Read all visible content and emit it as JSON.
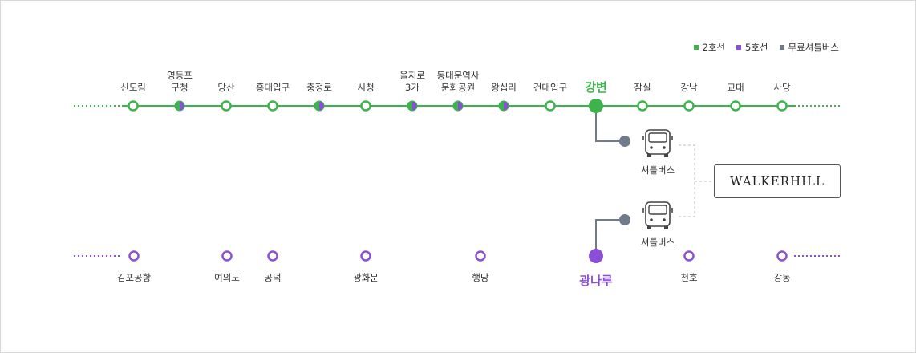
{
  "legend": [
    {
      "label": "2호선",
      "color": "#3cb44b"
    },
    {
      "label": "5호선",
      "color": "#8a4fd6"
    },
    {
      "label": "무료셔틀버스",
      "color": "#6f7b8a"
    }
  ],
  "line2_stations": [
    {
      "name": [
        "신도림"
      ],
      "transfer": false
    },
    {
      "name": [
        "영등포",
        "구청"
      ],
      "transfer": true
    },
    {
      "name": [
        "당산"
      ],
      "transfer": false
    },
    {
      "name": [
        "홍대입구"
      ],
      "transfer": false
    },
    {
      "name": [
        "충정로"
      ],
      "transfer": true
    },
    {
      "name": [
        "시청"
      ],
      "transfer": false
    },
    {
      "name": [
        "을지로",
        "3가"
      ],
      "transfer": true
    },
    {
      "name": [
        "동대문역사",
        "문화공원"
      ],
      "transfer": true
    },
    {
      "name": [
        "왕십리"
      ],
      "transfer": true
    },
    {
      "name": [
        "건대입구"
      ],
      "transfer": false
    },
    {
      "name": [
        "강변"
      ],
      "transfer": false,
      "highlight": true
    },
    {
      "name": [
        "잠실"
      ],
      "transfer": false
    },
    {
      "name": [
        "강남"
      ],
      "transfer": false
    },
    {
      "name": [
        "교대"
      ],
      "transfer": false
    },
    {
      "name": [
        "사당"
      ],
      "transfer": false
    }
  ],
  "line5_stations": [
    {
      "name": "김포공항"
    },
    {
      "name": "여의도"
    },
    {
      "name": "공덕"
    },
    {
      "name": "광화문"
    },
    {
      "name": "행당"
    },
    {
      "name": "광나루",
      "highlight": true
    },
    {
      "name": "천호"
    },
    {
      "name": "강동"
    }
  ],
  "shuttle_label_top": "셔틀버스",
  "shuttle_label_bottom": "셔틀버스",
  "destination": "WALKERHILL"
}
